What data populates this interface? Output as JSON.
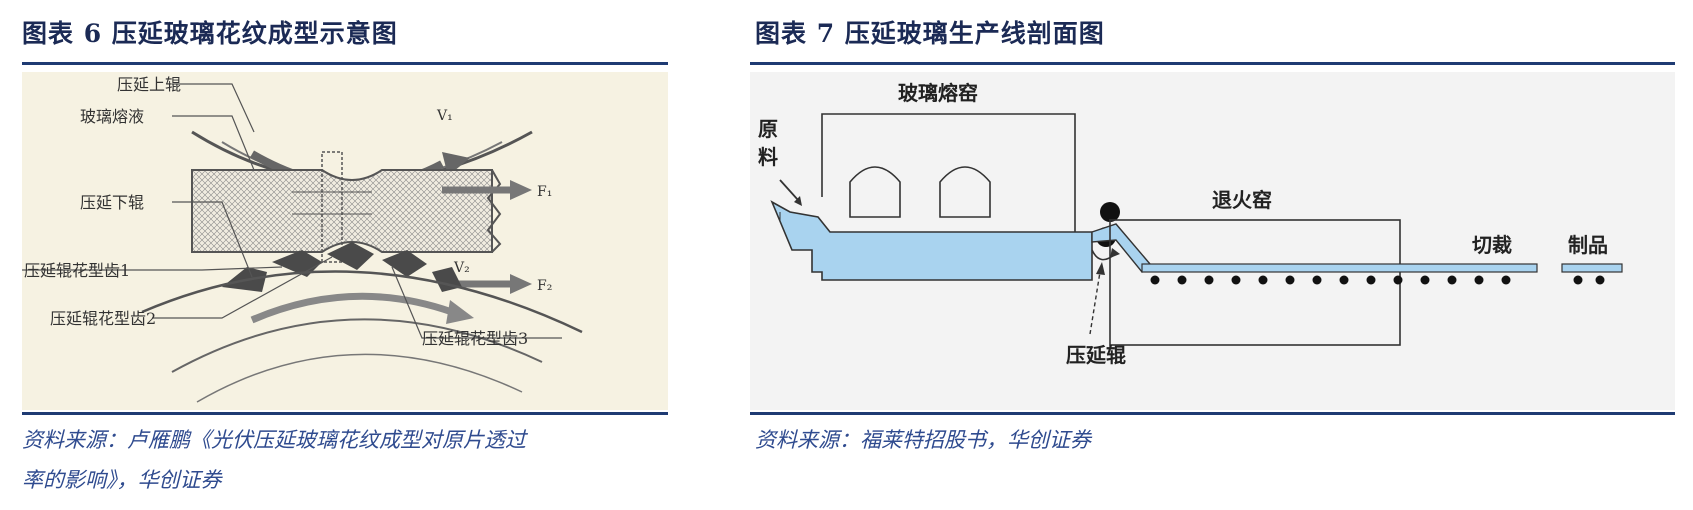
{
  "figure6": {
    "title": "图表 6   压延玻璃花纹成型示意图",
    "labels": {
      "upper_roller": "压延上辊",
      "glass_melt": "玻璃熔液",
      "lower_roller": "压延下辊",
      "tooth1": "压延辊花型齿1",
      "tooth2": "压延辊花型齿2",
      "tooth3": "压延辊花型齿3",
      "v1": "V₁",
      "v2": "V₂",
      "f1": "F₁",
      "f2": "F₂"
    },
    "source_line1": "资料来源：卢雁鹏《光伏压延玻璃花纹成型对原片透过",
    "source_line2": "率的影响》，华创证券"
  },
  "figure7": {
    "title": "图表 7   压延玻璃生产线剖面图",
    "labels": {
      "furnace": "玻璃熔窑",
      "raw_material": "原料",
      "annealing": "退火窑",
      "cutting": "切裁",
      "product": "制品",
      "roller": "压延辊"
    },
    "source": "资料来源：福莱特招股书，华创证券"
  },
  "colors": {
    "title": "#1b2a55",
    "rule": "#1f3b73",
    "source_text": "#2f4b8f",
    "glass": "#a9d3ef",
    "panel7_bg": "#f3f3f3",
    "panel6_bg": "#f6f2e2"
  }
}
